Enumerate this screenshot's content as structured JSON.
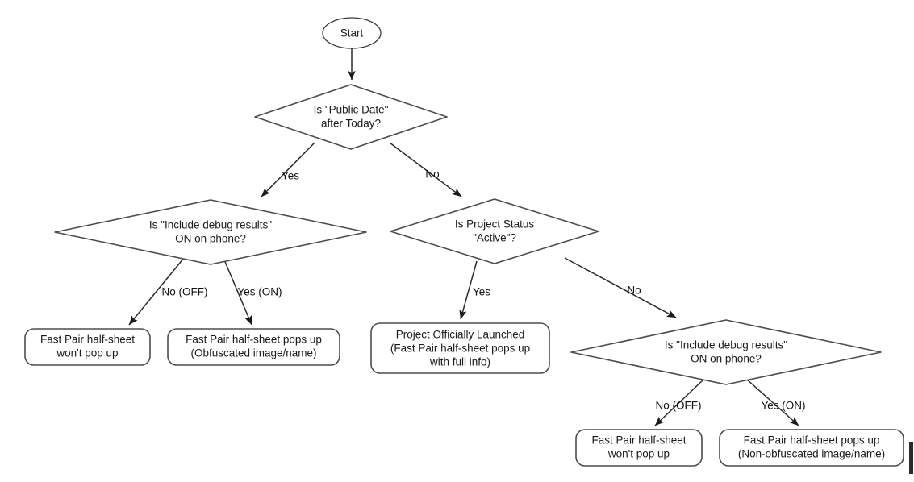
{
  "diagram": {
    "type": "flowchart",
    "title": "Fast Pair half-sheet decision flow",
    "colors": {
      "background": "#ffffff",
      "node_stroke": "#4d4d4d",
      "edge_stroke": "#2b2b2b",
      "text": "#1a1a1a"
    },
    "nodes": {
      "start": {
        "shape": "ellipse",
        "label": "Start"
      },
      "decision_public_date": {
        "shape": "diamond",
        "line1": "Is \"Public Date\"",
        "line2": "after Today?"
      },
      "decision_debug_left": {
        "shape": "diamond",
        "line1": "Is \"Include debug results\"",
        "line2": "ON on phone?"
      },
      "decision_project_status": {
        "shape": "diamond",
        "line1": "Is Project Status",
        "line2": "\"Active\"?"
      },
      "decision_debug_right": {
        "shape": "diamond",
        "line1": "Is \"Include debug results\"",
        "line2": "ON on phone?"
      },
      "terminal_left_no": {
        "shape": "rounded-rect",
        "line1": "Fast Pair half-sheet",
        "line2": "won't pop up"
      },
      "terminal_left_yes": {
        "shape": "rounded-rect",
        "line1": "Fast Pair half-sheet pops up",
        "line2": "(Obfuscated image/name)"
      },
      "terminal_launched": {
        "shape": "rounded-rect",
        "line1": "Project Officially Launched",
        "line2": "(Fast Pair half-sheet pops up",
        "line3": "with full info)"
      },
      "terminal_right_no": {
        "shape": "rounded-rect",
        "line1": "Fast Pair half-sheet",
        "line2": "won't pop up"
      },
      "terminal_right_yes": {
        "shape": "rounded-rect",
        "line1": "Fast Pair half-sheet pops up",
        "line2": "(Non-obfuscated image/name)"
      }
    },
    "edge_labels": {
      "public_date_yes": "Yes",
      "public_date_no": "No",
      "debug_left_no": "No (OFF)",
      "debug_left_yes": "Yes (ON)",
      "project_status_yes": "Yes",
      "project_status_no": "No",
      "debug_right_no": "No (OFF)",
      "debug_right_yes": "Yes (ON)"
    }
  }
}
